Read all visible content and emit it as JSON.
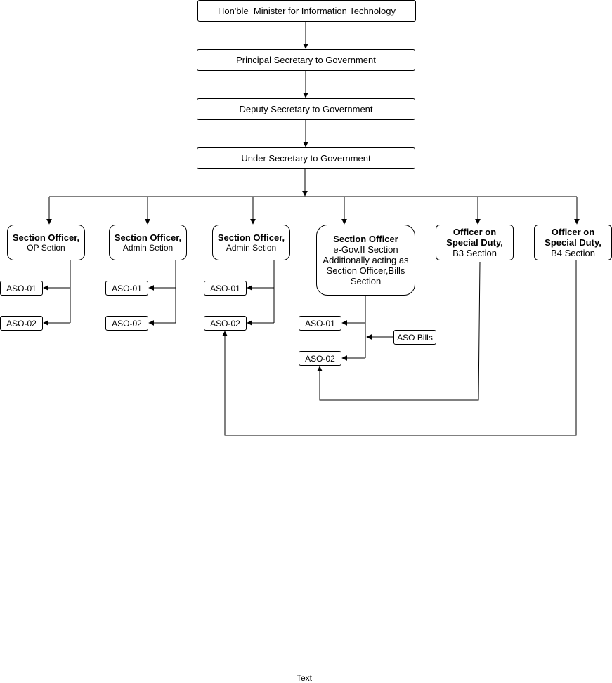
{
  "nodes": {
    "minister": "Hon'ble  Minister for Information Technology",
    "principal_secretary": "Principal Secretary to Government",
    "deputy_secretary": "Deputy Secretary to Government",
    "under_secretary": "Under Secretary to Government",
    "so_op": {
      "title": "Section Officer,",
      "sub": "OP Setion"
    },
    "so_admin1": {
      "title": "Section Officer,",
      "sub": "Admin Setion"
    },
    "so_admin2": {
      "title": "Section Officer,",
      "sub": "Admin Setion"
    },
    "so_egov": {
      "title": "Section Officer",
      "l1": "e-Gov.II Section",
      "l2": "Additionally acting as",
      "l3": "Section Officer,Bills",
      "l4": "Section"
    },
    "osd_b3": {
      "l1": "Officer on",
      "l2": "Special Duty,",
      "sub": "B3 Section"
    },
    "osd_b4": {
      "l1": "Officer on",
      "l2": "Special Duty,",
      "sub": "B4 Section"
    },
    "aso01": "ASO-01",
    "aso02": "ASO-02",
    "aso_bills": "ASO Bills"
  },
  "footer_text": "Text"
}
